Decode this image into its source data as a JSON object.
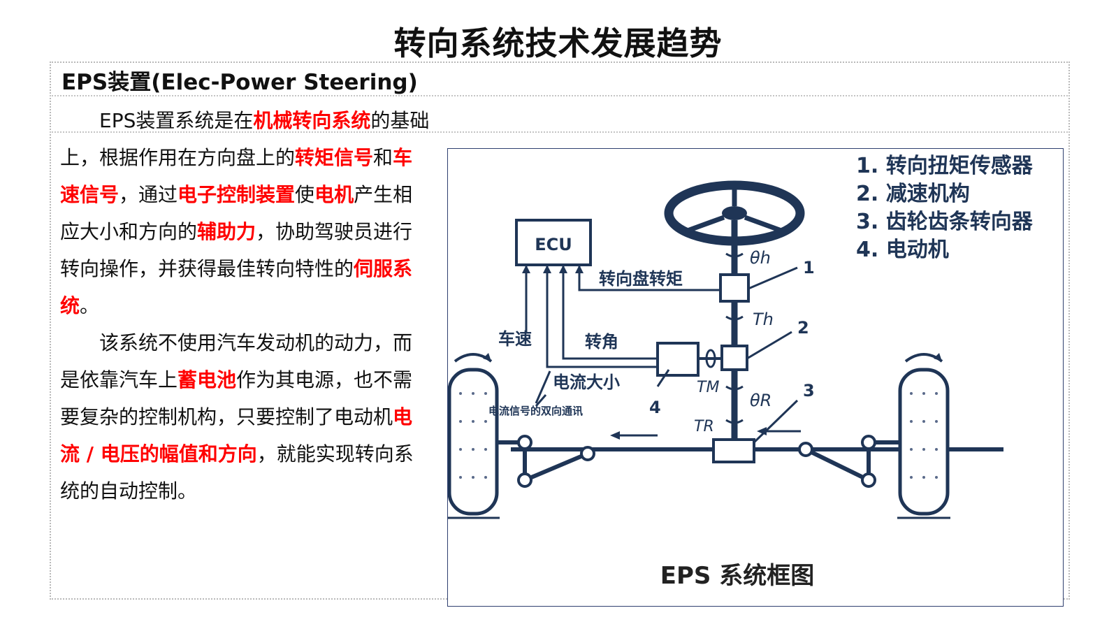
{
  "title": "转向系统技术发展趋势",
  "subtitle": "EPS装置(Elec-Power Steering)",
  "paragraph1": [
    {
      "t": "EPS装置系统是在",
      "hl": false
    },
    {
      "t": "机械转向系统",
      "hl": true
    },
    {
      "t": "的基础上，根据作用在方向盘上的",
      "hl": false
    },
    {
      "t": "转矩信号",
      "hl": true
    },
    {
      "t": "和",
      "hl": false
    },
    {
      "t": "车速信号",
      "hl": true
    },
    {
      "t": "，通过",
      "hl": false
    },
    {
      "t": "电子控制装置",
      "hl": true
    },
    {
      "t": "使",
      "hl": false
    },
    {
      "t": "电机",
      "hl": true
    },
    {
      "t": "产生相应大小和方向的",
      "hl": false
    },
    {
      "t": "辅助力",
      "hl": true
    },
    {
      "t": "，协助驾驶员进行转向操作，并获得最佳转向特性的",
      "hl": false
    },
    {
      "t": "伺服系统",
      "hl": true
    },
    {
      "t": "。",
      "hl": false
    }
  ],
  "paragraph2": [
    {
      "t": "该系统不使用汽车发动机的动力，而是依靠汽车上",
      "hl": false
    },
    {
      "t": "蓄电池",
      "hl": true
    },
    {
      "t": "作为其电源，也不需要复杂的控制机构，只要控制了电动机",
      "hl": false
    },
    {
      "t": "电流 / 电压的幅值和方向",
      "hl": true
    },
    {
      "t": "，就能实现转向系统的自动控制。",
      "hl": false
    }
  ],
  "diagram": {
    "legend": [
      "1. 转向扭矩传感器",
      "2. 减速机构",
      "3. 齿轮齿条转向器",
      "4. 电动机"
    ],
    "ecu_label": "ECU",
    "steering_torque_label": "转向盘转矩",
    "vehicle_speed_label": "车速",
    "steering_angle_label": "转角",
    "current_label": "电流大小",
    "comm_annotation": "电流信号的双向通讯",
    "num1": "1",
    "num2": "2",
    "num3": "3",
    "num4": "4",
    "theta_h": "θh",
    "t_h": "Th",
    "t_m": "TM",
    "theta_r": "θR",
    "t_r": "TR",
    "caption": "EPS 系统框图"
  }
}
